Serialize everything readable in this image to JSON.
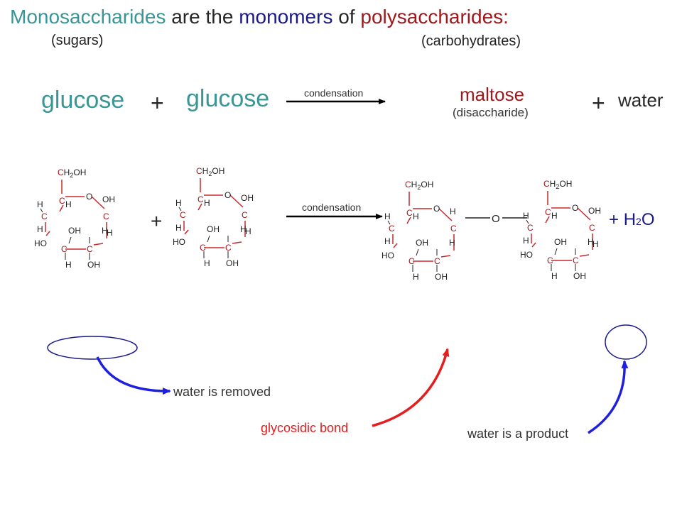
{
  "title": {
    "part1": "Monosaccharides",
    "part2": " are the ",
    "part3": "monomers",
    "part4": " of ",
    "part5": "polysaccharides:"
  },
  "subtitles": {
    "sugars": "(sugars)",
    "carbohydrates": "(carbohydrates)"
  },
  "word_equation": {
    "reactant1": "glucose",
    "plus1": "+",
    "reactant2": "glucose",
    "arrow_label": "condensation",
    "product1": "maltose",
    "product1_note": "(disaccharide)",
    "plus2": "+",
    "product2": "water"
  },
  "structural_equation": {
    "plus": "+",
    "arrow_label": "condensation",
    "byproduct_plus": "+",
    "byproduct_H": "H",
    "byproduct_sub": "2",
    "byproduct_O": "O",
    "bridge_oxygen": "O",
    "atoms": {
      "C": "C",
      "O": "O",
      "H": "H",
      "OH": "OH",
      "HO": "HO",
      "CH2OH_prefix": "C",
      "CH2OH_H": "H",
      "CH2OH_sub": "2",
      "CH2OH_suffix": "OH"
    }
  },
  "annotations": {
    "water_removed": "water is removed",
    "glycosidic_bond": "glycosidic bond",
    "water_product": "water is a product"
  },
  "colors": {
    "teal": "#3a9696",
    "navy": "#1a1a8c",
    "dark_red": "#a0181c",
    "bond_red": "#c8282c",
    "arrow_blue": "#1f1fe0",
    "arrow_red": "#e41e1e"
  }
}
